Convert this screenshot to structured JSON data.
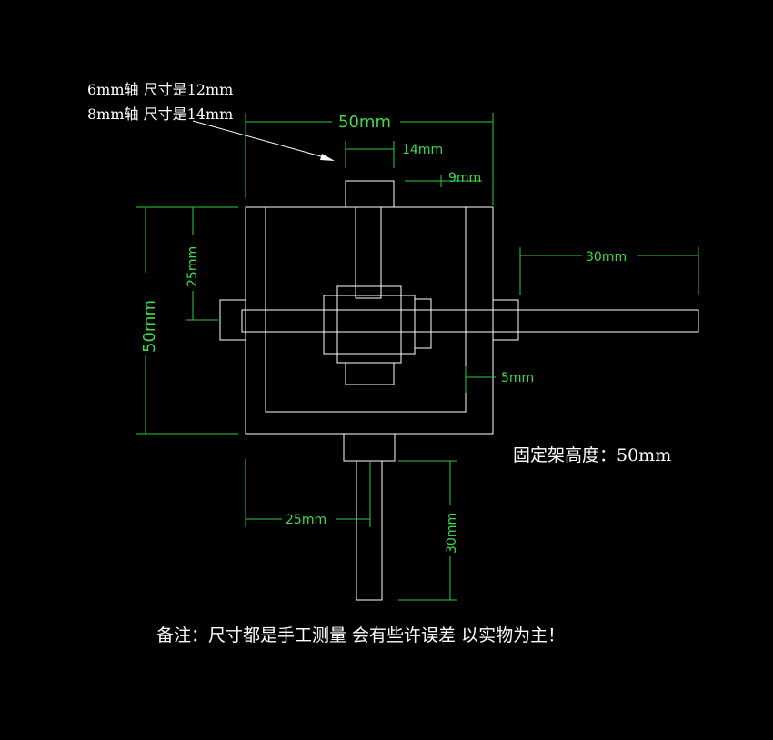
{
  "colors": {
    "background": "#000000",
    "geometry": "#ffffff",
    "dimension": "#3ddc4a",
    "text": "#ffffff"
  },
  "notes": {
    "shaft_6mm": "6mm轴 尺寸是12mm",
    "shaft_8mm": "8mm轴 尺寸是14mm",
    "bracket_height": "固定架高度：50mm",
    "remark": "备注：尺寸都是手工测量 会有些许误差 以实物为主！"
  },
  "dimensions": {
    "top_width": "50mm",
    "top_hub": "14mm",
    "top_gap": "9mm",
    "left_height": "50mm",
    "left_inner": "25mm",
    "right_shaft": "30mm",
    "right_offset": "5mm",
    "bottom_offset": "25mm",
    "bottom_shaft": "30mm"
  }
}
